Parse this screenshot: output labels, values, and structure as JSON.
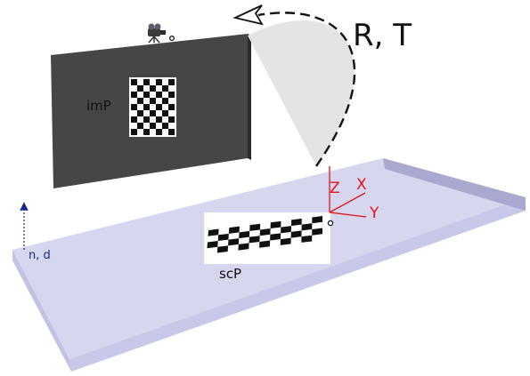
{
  "labels": {
    "transform": "R, T",
    "image_plane": "imP",
    "scene_plane": "scP",
    "normal": "n, d",
    "axis_x": "X",
    "axis_y": "Y",
    "axis_z": "Z"
  },
  "colors": {
    "ground_top": "#d6d6ef",
    "ground_front": "#c4c4e6",
    "ground_side": "#a9a9cf",
    "wall": "#464646",
    "wall_edge": "#2a2a2a",
    "axes": "#e8121a",
    "normal_arrow": "#1a2a8c",
    "arc_fill": "#e4e4e4",
    "checker_dark": "#111111",
    "checker_light": "#ffffff"
  },
  "icons": [
    "camera-icon"
  ],
  "checkerboard": {
    "rows": 9,
    "cols": 7
  },
  "projected_pattern": {
    "rows": 4,
    "cols": 11
  }
}
